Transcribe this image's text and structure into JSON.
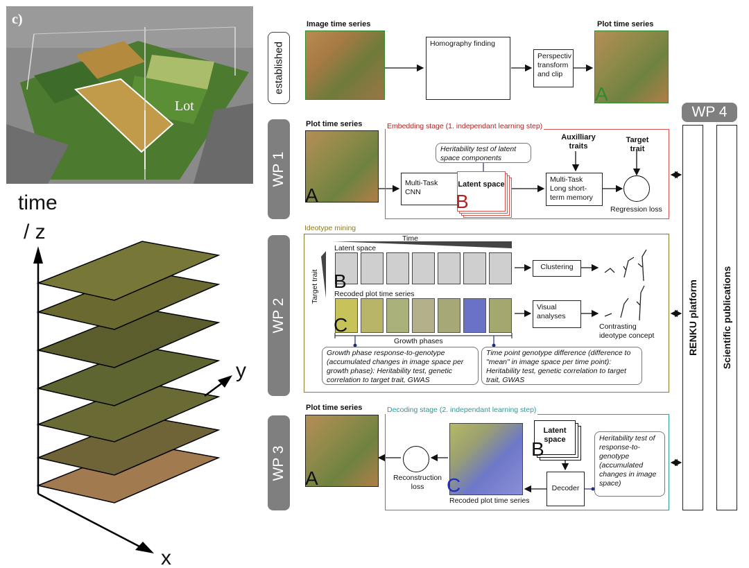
{
  "photo_label": "c)",
  "photo_lot": "Lot",
  "axes": {
    "time": "time",
    "z": "/ z",
    "y": "y",
    "x": "x"
  },
  "rows": {
    "established": "established",
    "wp1": "WP 1",
    "wp2": "WP 2",
    "wp3": "WP 3",
    "wp4": "WP 4"
  },
  "established": {
    "image_ts": "Image time series",
    "homography": "Homography finding",
    "perspective": "Perspectiv transform and clip",
    "plot_ts": "Plot time series",
    "letter_a": "A"
  },
  "wp1": {
    "plot_ts": "Plot time series",
    "letter_a": "A",
    "stage": "Embedding stage (1. independant learning step)",
    "heritability": "Heritability test of latent space components",
    "cnn": "Multi-Task CNN",
    "latent": "Latent space",
    "letter_b": "B",
    "aux": "Auxilliary traits",
    "target": "Target trait",
    "lstm": "Multi-Task Long short-term memory",
    "regression": "Regression loss"
  },
  "wp2": {
    "title": "Ideotype mining",
    "time": "Time",
    "latent": "Latent space",
    "target_trait": "Target trait",
    "letter_b": "B",
    "recoded": "Recoded plot time series",
    "letter_c": "C",
    "clustering": "Clustering",
    "visual": "Visual analyses",
    "contrasting": "Contrasting ideotype concept",
    "growth": "Growth phases",
    "note1": "Growth phase response-to-genotype (accumulated changes in image space per growth phase): Heritability test, genetic correlation to target trait, GWAS",
    "note2": "Time point genotype difference (difference to \"mean\" in image space per time point): Heritability test, genetic correlation to target trait, GWAS"
  },
  "wp3": {
    "plot_ts": "Plot time series",
    "letter_a": "A",
    "stage": "Decoding stage (2. independant learning step)",
    "latent": "Latent space",
    "letter_b": "B",
    "reconstruction": "Reconstruction loss",
    "letter_c": "C",
    "recoded": "Recoded plot time series",
    "decoder": "Decoder",
    "heritability": "Heritability test of response-to-genotype (accumulated changes in image space)"
  },
  "side": {
    "renku": "RENKU platform",
    "pubs": "Scientific publications"
  },
  "colors": {
    "green": "#2e8b2e",
    "red": "#d9534f",
    "dark_red": "#b22222",
    "olive": "#8a7a25",
    "teal": "#2a9a9a",
    "blue": "#1f2fbf",
    "grey": "#7f7f7f"
  }
}
